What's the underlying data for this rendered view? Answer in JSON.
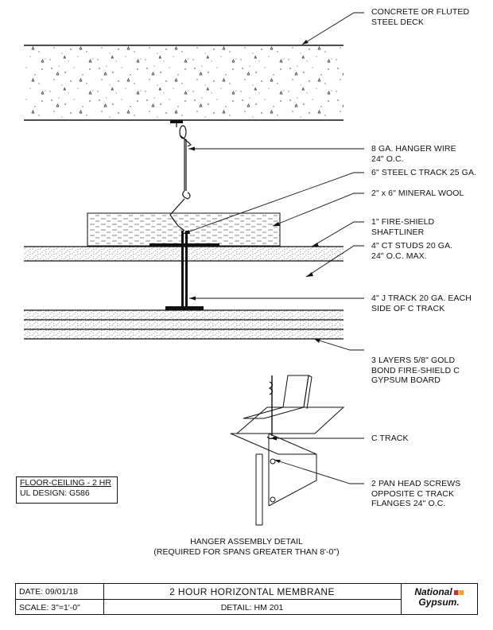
{
  "labels": {
    "deck": [
      "CONCRETE OR FLUTED",
      "STEEL DECK"
    ],
    "hanger_wire": [
      "8 GA. HANGER WIRE",
      "24\" O.C."
    ],
    "c_track_steel": [
      "6\" STEEL C TRACK 25 GA."
    ],
    "mineral_wool": [
      "2\" x 6\" MINERAL WOOL"
    ],
    "shaftliner": [
      "1\" FIRE-SHIELD",
      "SHAFTLINER"
    ],
    "ct_studs": [
      "4\" CT STUDS 20 GA.",
      "24\" O.C. MAX."
    ],
    "j_track": [
      "4\" J TRACK 20 GA. EACH",
      "SIDE OF C TRACK"
    ],
    "gypsum": [
      "3 LAYERS 5/8\" GOLD",
      "BOND FIRE-SHIELD C",
      "GYPSUM BOARD"
    ],
    "c_track_detail": [
      "C TRACK"
    ],
    "screws": [
      "2 PAN HEAD SCREWS",
      "OPPOSITE C TRACK",
      "FLANGES 24\" O.C."
    ]
  },
  "caption": {
    "line1": "HANGER ASSEMBLY DETAIL",
    "line2": "(REQUIRED FOR SPANS GREATER THAN 8'-0\")"
  },
  "info_box": {
    "title": "FLOOR-CEILING - 2 HR",
    "design": "UL DESIGN: G586"
  },
  "title_block": {
    "date": "DATE: 09/01/18",
    "title": "2 HOUR HORIZONTAL MEMBRANE",
    "scale": "SCALE: 3\"=1'-0\"",
    "detail": "DETAIL:  HM 201",
    "logo_line1": "National",
    "logo_line2": "Gypsum."
  },
  "colors": {
    "line": "#111111",
    "background": "#ffffff",
    "logo_red": "#d62b2b",
    "logo_orange": "#f2a31b"
  }
}
